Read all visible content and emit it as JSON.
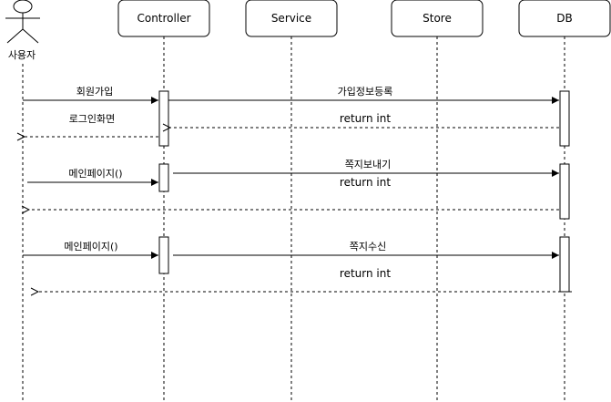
{
  "actor": {
    "label": "사용자"
  },
  "participants": {
    "controller": "Controller",
    "service": "Service",
    "store": "Store",
    "db": "DB"
  },
  "messages": {
    "signup": "회원가입",
    "register_info": "가입정보등록",
    "return_1": "return int",
    "login_screen": "로그인화면",
    "main_page_1": "메인페이지()",
    "send_note": "쪽지보내기",
    "return_2": "return int",
    "main_page_2": "메인페이지()",
    "receive_note": "쪽지수신",
    "return_3": "return int"
  }
}
